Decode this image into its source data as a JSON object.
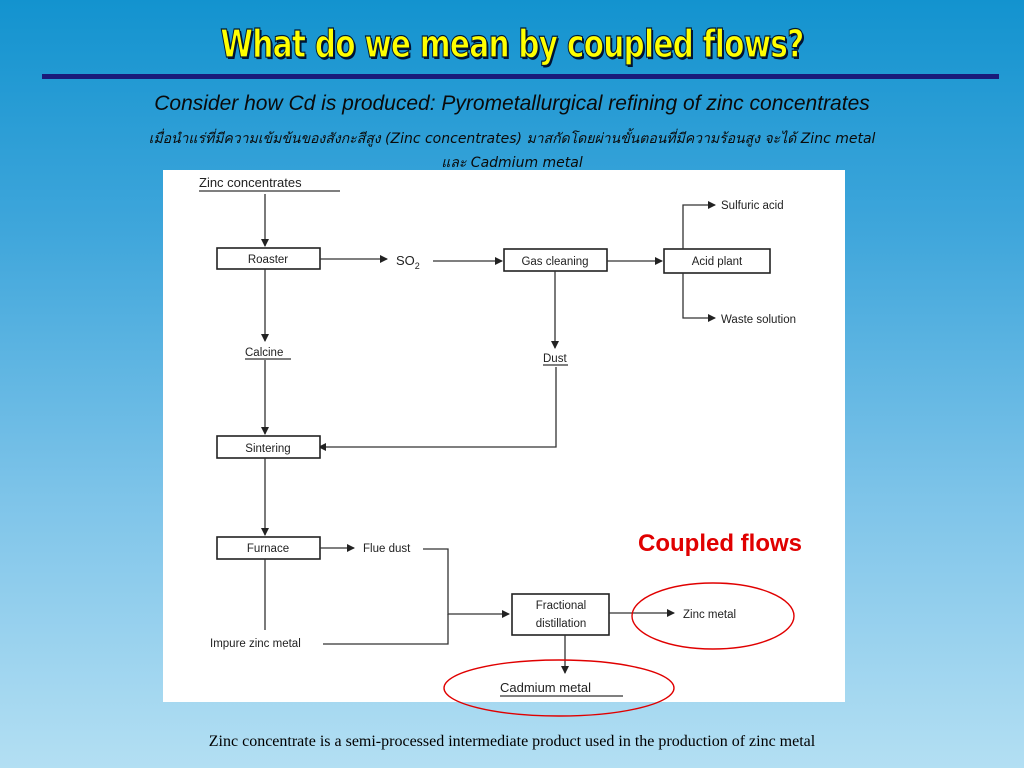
{
  "slide": {
    "title": "What do we mean by coupled flows?",
    "subtitle": "Consider how Cd is produced:  Pyrometallurgical refining of zinc concentrates",
    "thai_line1": "เมื่อนำแร่ที่มีความเข้มข้นของสังกะสีสูง (Zinc concentrates) มาสกัดโดยผ่านขั้นตอนที่มีความร้อนสูง จะได้ Zinc metal",
    "thai_line2": "และ Cadmium metal",
    "callout": "Coupled flows",
    "footer": "Zinc concentrate is a semi-processed intermediate product used in the production of zinc metal",
    "colors": {
      "title": "#ffff00",
      "callout": "#e00000",
      "rule": "#1a1a7a"
    }
  },
  "diagram": {
    "zinc_concentrates": "Zinc concentrates",
    "roaster": "Roaster",
    "so2": "SO",
    "so2_sub": "2",
    "gas_cleaning": "Gas cleaning",
    "acid_plant": "Acid plant",
    "sulfuric_acid": "Sulfuric acid",
    "waste_solution": "Waste solution",
    "calcine": "Calcine",
    "dust": "Dust",
    "sintering": "Sintering",
    "furnace": "Furnace",
    "flue_dust": "Flue dust",
    "fractional": "Fractional",
    "distillation": "distillation",
    "zinc_metal": "Zinc metal",
    "impure_zinc_metal": "Impure zinc metal",
    "cadmium_metal": "Cadmium metal"
  }
}
